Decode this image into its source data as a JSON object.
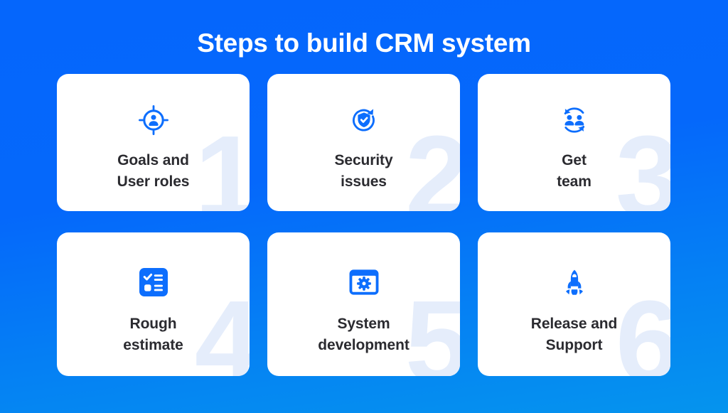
{
  "header": {
    "title": "Steps to build CRM system"
  },
  "theme": {
    "background_top": "#0566FC",
    "background_bottom": "#0594EE",
    "card_background": "#FFFFFF",
    "icon_color": "#0D6EFD",
    "label_color": "#2B2B30",
    "watermark_color": "#E5EDFB",
    "title_color": "#FFFFFF"
  },
  "steps": [
    {
      "number": "1",
      "label": "Goals and\nUser roles",
      "icon": "target-person-icon"
    },
    {
      "number": "2",
      "label": "Security\nissues",
      "icon": "shield-check-refresh-icon"
    },
    {
      "number": "3",
      "label": "Get\nteam",
      "icon": "team-rotate-icon"
    },
    {
      "number": "4",
      "label": "Rough\nestimate",
      "icon": "checklist-icon"
    },
    {
      "number": "5",
      "label": "System\ndevelopment",
      "icon": "window-gear-icon"
    },
    {
      "number": "6",
      "label": "Release and\nSupport",
      "icon": "rocket-icon"
    }
  ]
}
